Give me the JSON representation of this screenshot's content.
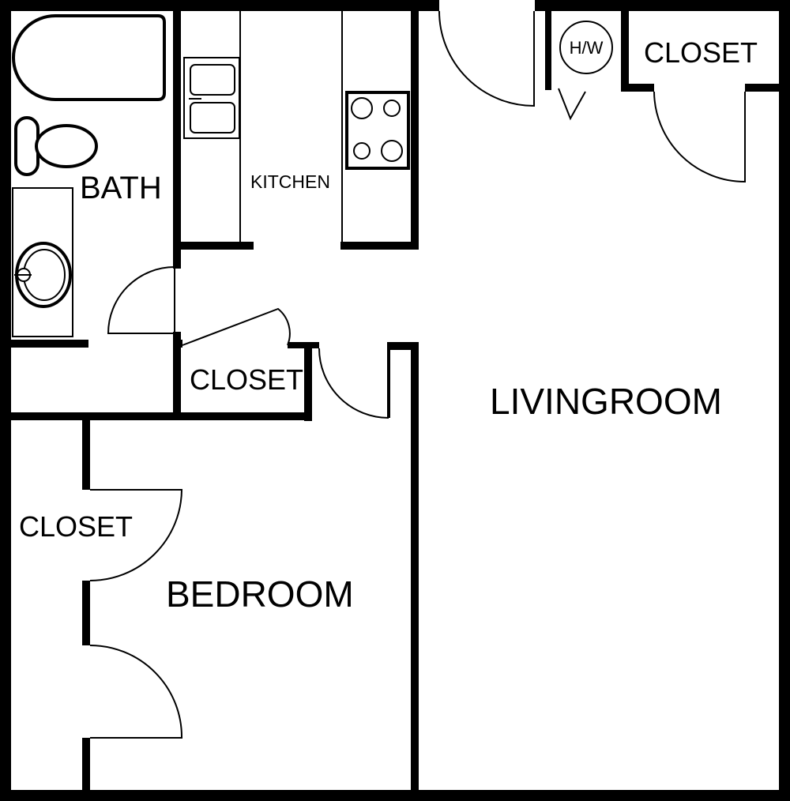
{
  "floorplan": {
    "colors": {
      "wall": "#000000",
      "background": "#ffffff"
    },
    "rooms": {
      "bath": "BATH",
      "kitchen": "KITCHEN",
      "hall_closet": "CLOSET",
      "bedroom_closet": "CLOSET",
      "bedroom": "BEDROOM",
      "living_room": "LIVINGROOM",
      "entry_closet": "CLOSET"
    },
    "fixtures": {
      "water_heater": "H/W"
    },
    "icons": {
      "bathtub": "bathtub-icon",
      "toilet": "toilet-icon",
      "sink": "sink-icon",
      "kitchen_sink": "kitchen-sink-icon",
      "stove": "stove-icon",
      "water_heater": "water-heater-icon"
    }
  }
}
